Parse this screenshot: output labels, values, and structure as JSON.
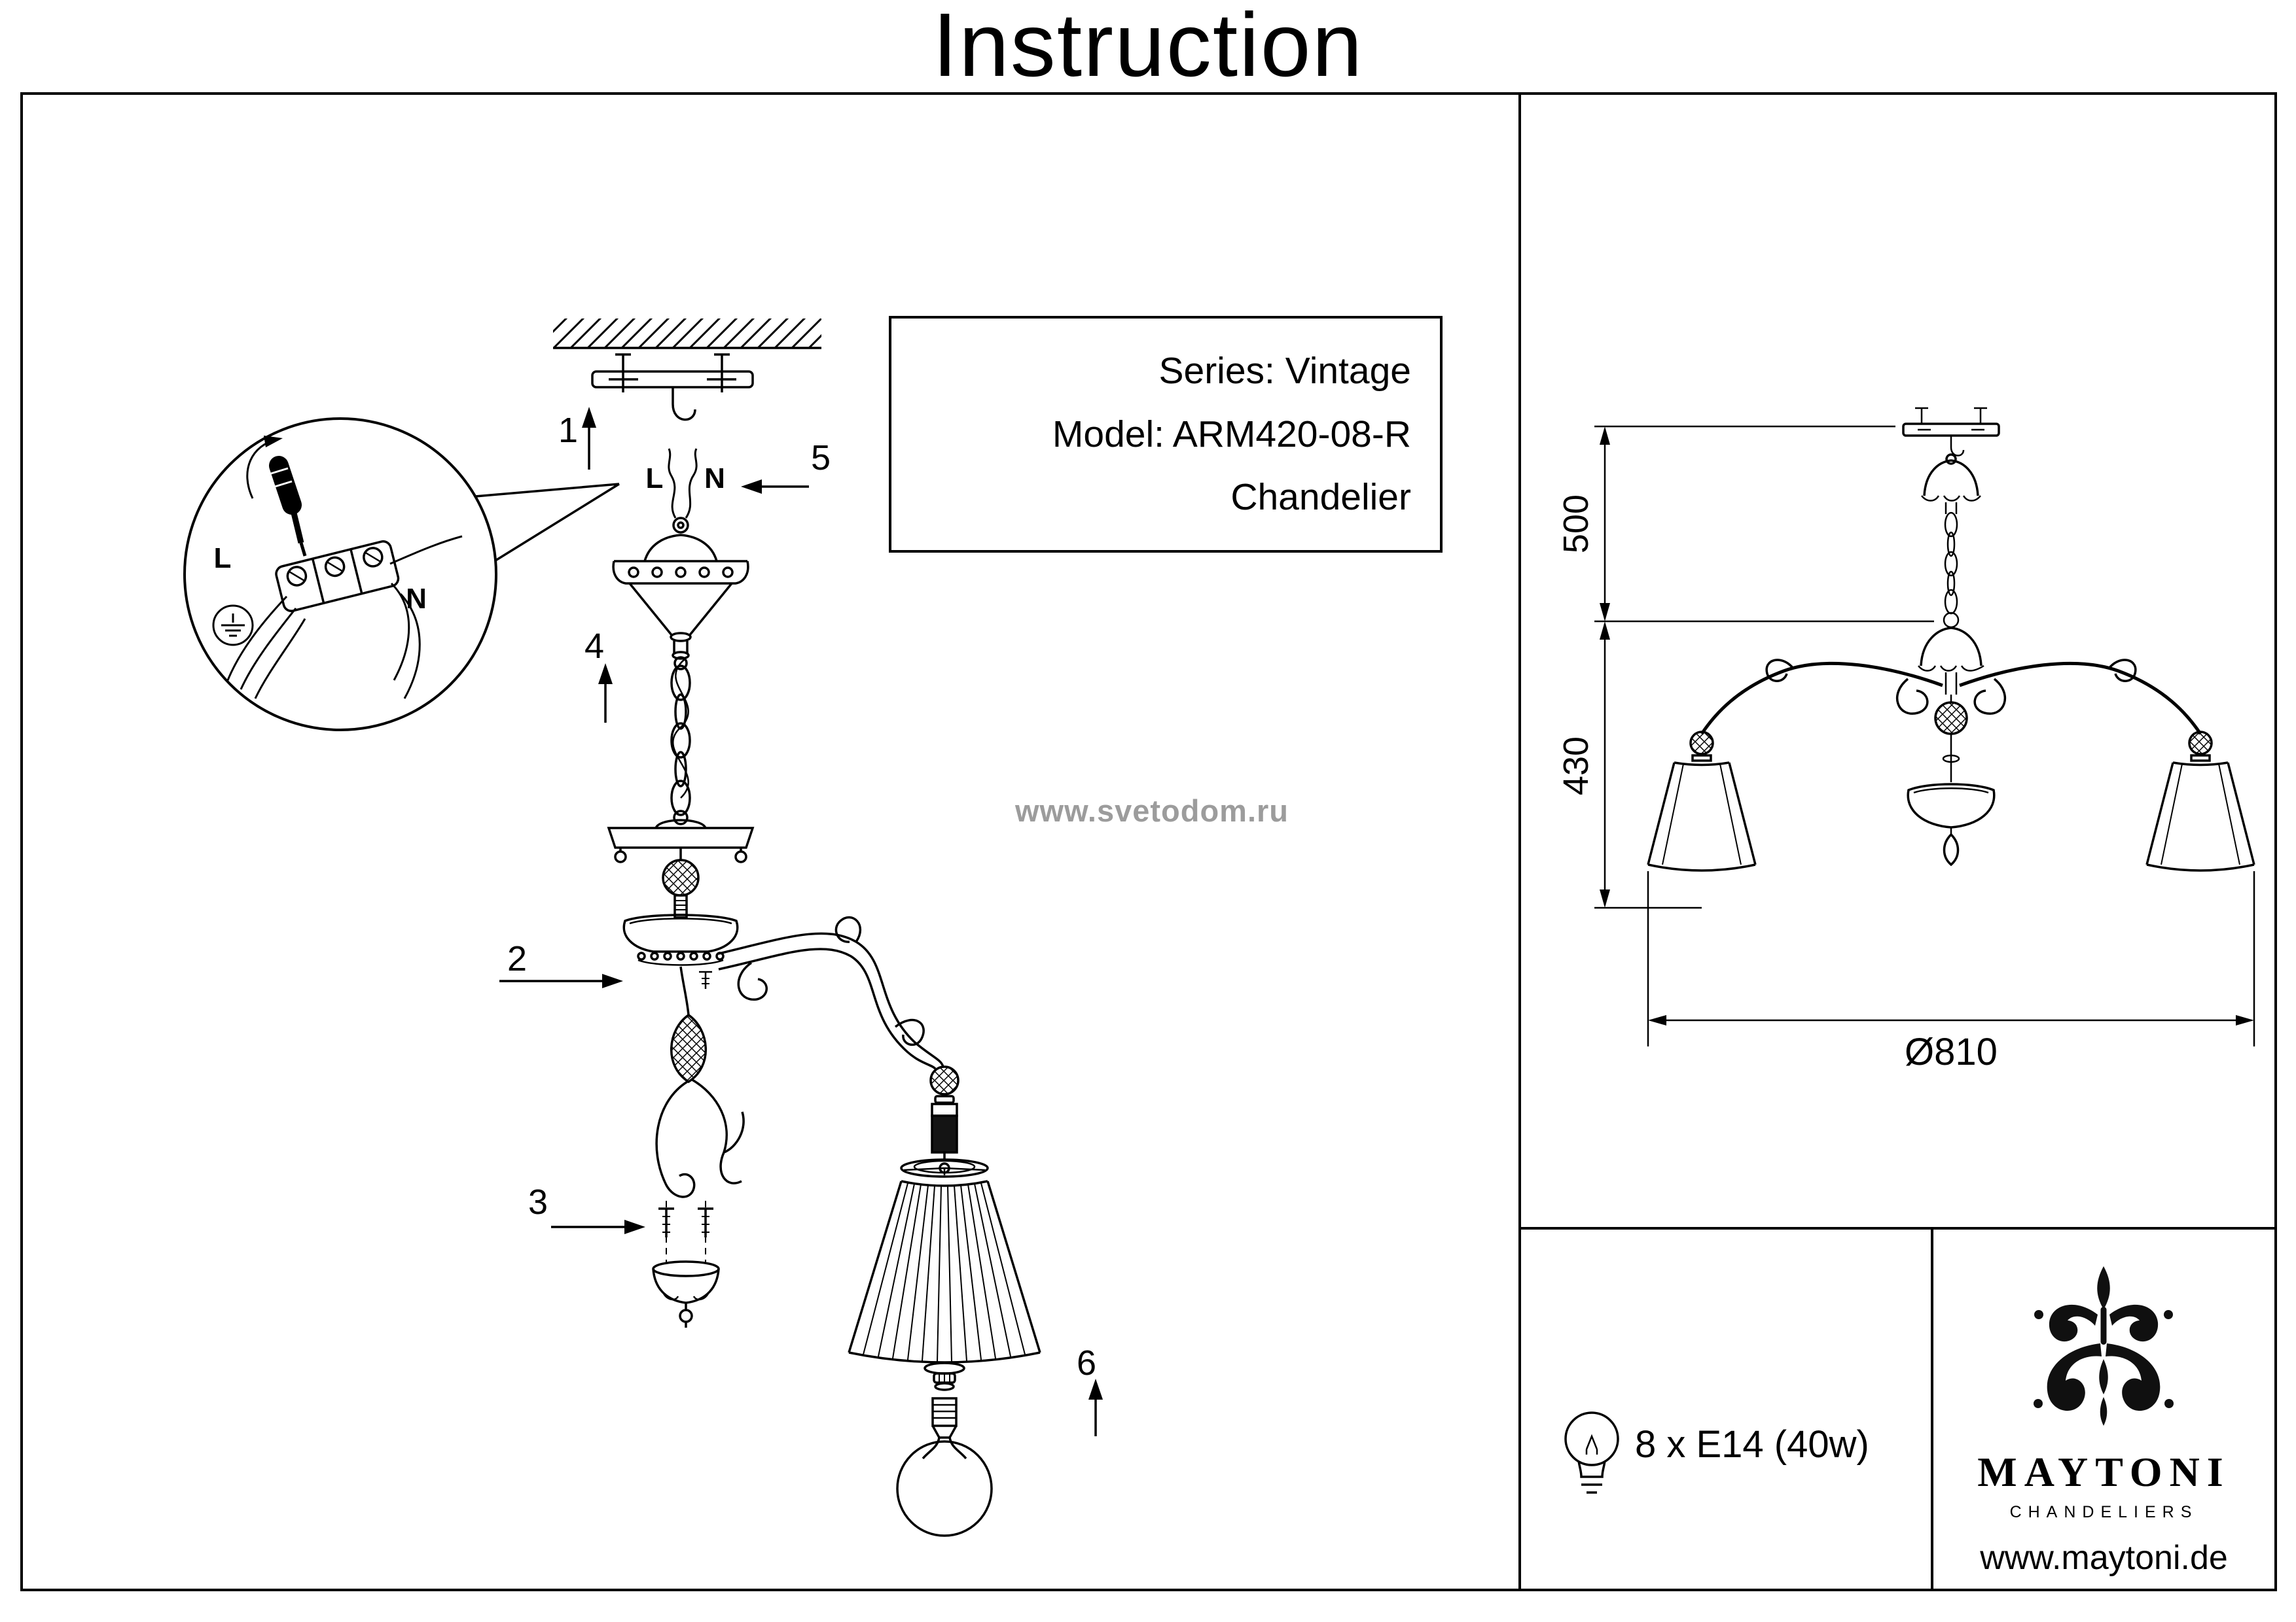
{
  "title": "Instruction",
  "info_box": {
    "series": "Series: Vintage",
    "model": "Model: ARM420-08-R",
    "product": "Chandelier"
  },
  "watermark": "www.svetodom.ru",
  "steps": {
    "s1": "1",
    "s2": "2",
    "s3": "3",
    "s4": "4",
    "s5": "5",
    "s6": "6"
  },
  "wiring": {
    "live": "L",
    "neutral": "N"
  },
  "dimensions": {
    "suspension": "500",
    "body": "430",
    "diameter": "Ø810"
  },
  "spec": {
    "lamps": "8 x E14 (40w)"
  },
  "brand": {
    "name": "MAYTONI",
    "tagline": "CHANDELIERS",
    "website": "www.maytoni.de"
  }
}
